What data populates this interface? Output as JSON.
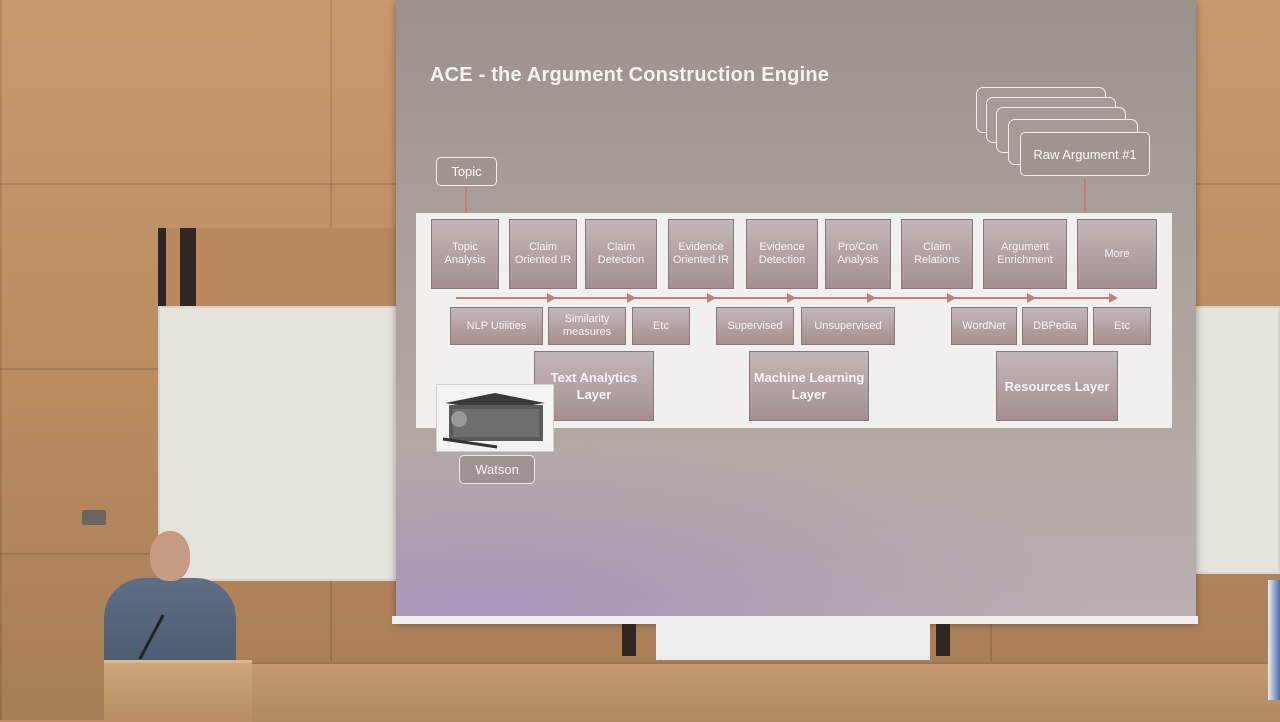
{
  "slide": {
    "title": "ACE - the Argument Construction Engine",
    "topic_label": "Topic",
    "watson_label": "Watson",
    "raw_argument_label": "Raw Argument #1",
    "pipeline": [
      "Topic Analysis",
      "Claim Oriented IR",
      "Claim Detection",
      "Evidence Oriented IR",
      "Evidence Detection",
      "Pro/Con Analysis",
      "Claim Relations",
      "Argument Enrichment",
      "More"
    ],
    "text_analytics": {
      "items": [
        "NLP Utilities",
        "Similarity measures",
        "Etc"
      ],
      "layer": "Text Analytics Layer"
    },
    "machine_learning": {
      "items": [
        "Supervised",
        "Unsupervised"
      ],
      "layer": "Machine Learning Layer"
    },
    "resources": {
      "items": [
        "WordNet",
        "DBPedia",
        "Etc"
      ],
      "layer": "Resources Layer"
    }
  },
  "colors": {
    "screen": "#a89f9a",
    "band": "#f2efef",
    "box": "#b2a0a0",
    "arrow": "#c07f78",
    "wall": "#b98f63"
  }
}
